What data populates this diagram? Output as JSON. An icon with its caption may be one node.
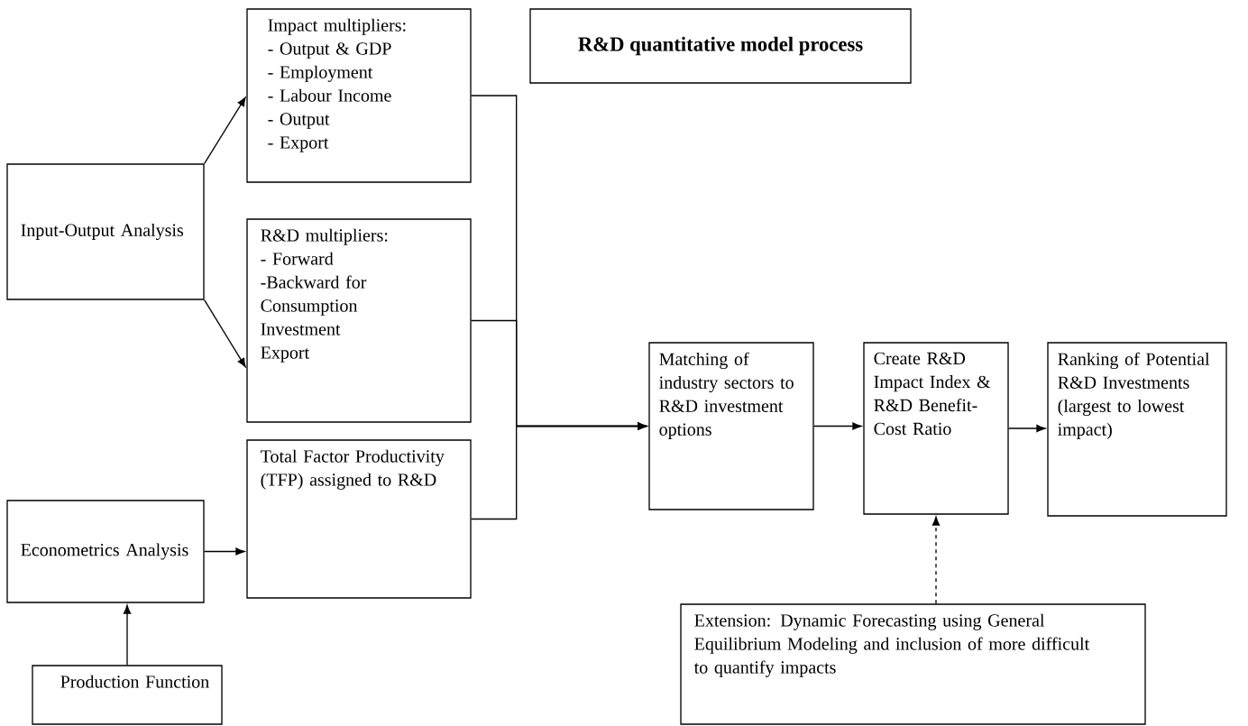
{
  "diagram": {
    "title": "R&D quantitative model process",
    "nodes": [
      {
        "text": [
          "Input-Output Analysis"
        ]
      },
      {
        "text": [
          "Impact multipliers:",
          "- Output & GDP",
          "- Employment",
          "- Labour Income",
          "- Output",
          "- Export"
        ]
      },
      {
        "text": [
          "R&D multipliers:",
          "- Forward",
          "-Backward for",
          "Consumption",
          "Investment",
          "Export"
        ]
      },
      {
        "text": [
          "Econometrics Analysis"
        ]
      },
      {
        "text": [
          "Total Factor Productivity (TFP) assigned to R&D"
        ]
      },
      {
        "text": [
          "Production Function"
        ]
      },
      {
        "text": [
          "Matching of industry sectors to R&D investment options"
        ]
      },
      {
        "text": [
          "Create R&D Impact Index & R&D Benefit-Cost Ratio"
        ]
      },
      {
        "text": [
          "Ranking of Potential R&D Investments (largest to lowest impact)"
        ]
      },
      {
        "text": [
          "Extension: Dynamic Forecasting using General Equilibrium Modeling and inclusion of more difficult to quantify impacts"
        ]
      }
    ],
    "edges": [
      {
        "from": 0,
        "to": 1,
        "arrow": "to"
      },
      {
        "from": 0,
        "to": 2,
        "arrow": "to"
      },
      {
        "from": 5,
        "to": 3,
        "arrow": "to"
      },
      {
        "from": 3,
        "to": 4,
        "arrow": "to"
      },
      {
        "from": 1,
        "to": 6,
        "arrow": "to"
      },
      {
        "from": 2,
        "to": 6,
        "arrow": "to"
      },
      {
        "from": 4,
        "to": 6,
        "arrow": "to"
      },
      {
        "from": 6,
        "to": 7,
        "arrow": "to"
      },
      {
        "from": 7,
        "to": 8,
        "arrow": "to"
      },
      {
        "from": 9,
        "to": 7,
        "arrow": "to",
        "style": "dashed"
      }
    ]
  }
}
